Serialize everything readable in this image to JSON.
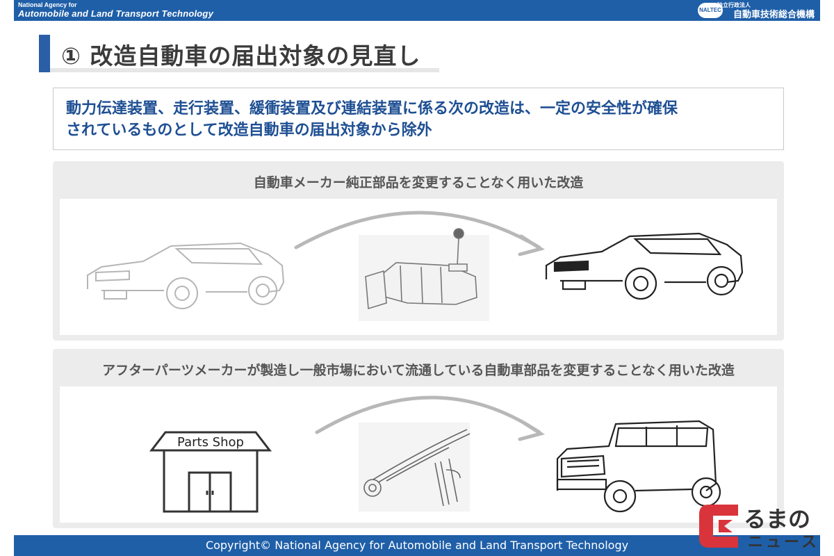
{
  "header": {
    "agency_en_small": "National Agency for",
    "agency_en": "Automobile and Land Transport Technology",
    "logo_text": "NALTEC",
    "agency_jp_small": "独立行政法人",
    "agency_jp": "自動車技術総合機構"
  },
  "title": "① 改造自動車の届出対象の見直し",
  "description": [
    "動力伝達装置、走行装置、緩衝装置及び連結装置に係る次の改造は、一定の安全性が確保",
    "されているものとして改造自動車の届出対象から除外"
  ],
  "panels": [
    {
      "label": "自動車メーカー純正部品を変更することなく用いた改造"
    },
    {
      "label": "アフターパーツメーカーが製造し一般市場において流通している自動車部品を変更することなく用いた改造",
      "shop_label": "Parts Shop"
    }
  ],
  "footer": {
    "copyright": "Copyright© National Agency for Automobile and Land Transport Technology"
  },
  "watermark": {
    "line1": "るまの",
    "line2": "ニュース"
  },
  "colors": {
    "brand_blue": "#1f5fa8",
    "desc_text": "#1e4f93",
    "watermark_red": "#d9343b"
  }
}
